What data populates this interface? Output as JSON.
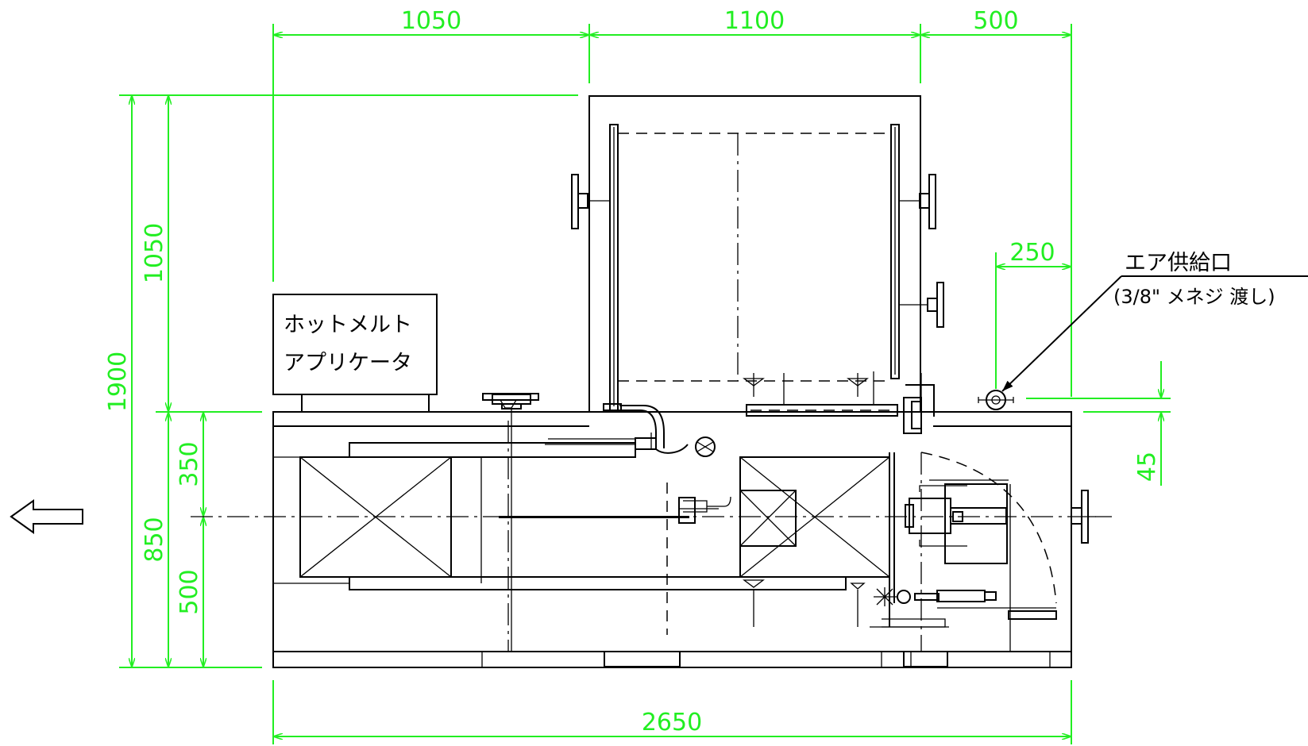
{
  "colors": {
    "dimension": "#22ee22",
    "lines": "#000000",
    "background": "#ffffff"
  },
  "dimensions": {
    "top": [
      "1050",
      "1100",
      "500"
    ],
    "bottom_total": "2650",
    "left_overall": "1900",
    "left_upper": "1050",
    "left_lower": "850",
    "left_a": "350",
    "left_b": "500",
    "right_offset": "45",
    "air_offset": "250"
  },
  "labels": {
    "applicator_line1": "ホットメルト",
    "applicator_line2": "アプリケータ",
    "air_supply_title": "エア供給口",
    "air_supply_note": "(3/8\" メネジ 渡し)"
  },
  "icons": {
    "flow_direction": "left-arrow-icon"
  }
}
